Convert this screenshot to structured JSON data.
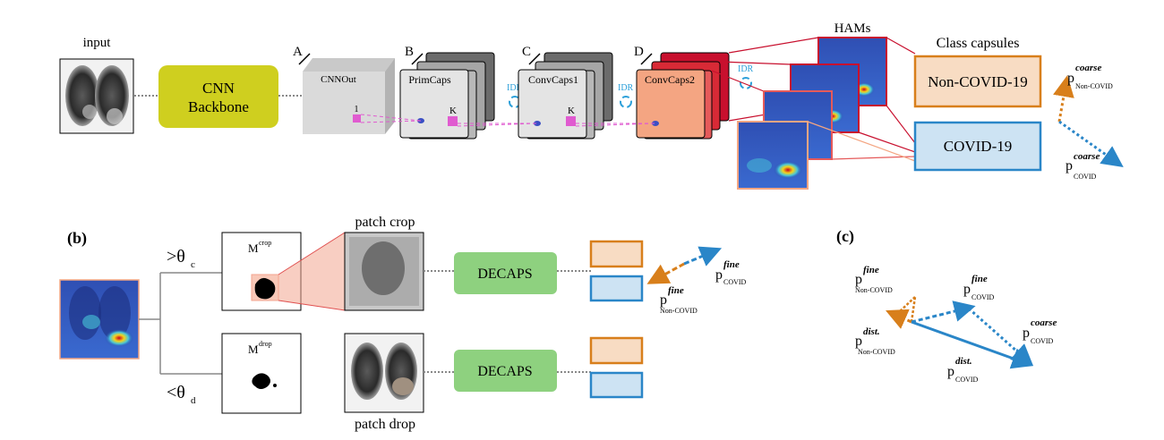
{
  "colors": {
    "backbone": "#cfcf1f",
    "cube_grey": "#dadada",
    "caps_dark": "#6b6b6b",
    "caps_mid": "#a6a6a6",
    "caps_light": "#e4e4e4",
    "caps_red_dark": "#c8102e",
    "caps_red_mid": "#e53b3b",
    "caps_salmon": "#f4a582",
    "pink": "#e05bd0",
    "idr": "#2b9fd9",
    "orange": "#d87f1b",
    "orange_fill": "#f8dcc3",
    "blue": "#2a86c8",
    "blue_fill": "#cde3f3",
    "green": "#8ed17f",
    "crop_red": "#f3a58f"
  },
  "panel_a": {
    "input_label": "input",
    "backbone_line1": "CNN",
    "backbone_line2": "Backbone",
    "stage_A": "A",
    "stage_B": "B",
    "stage_C": "C",
    "stage_D": "D",
    "cnnout_label": "CNNOut",
    "cnnout_index": "1",
    "primcaps_label": "PrimCaps",
    "primcaps_k": "K",
    "convcaps1_label": "ConvCaps1",
    "convcaps1_k": "K",
    "convcaps2_label": "ConvCaps2",
    "idr": "IDR",
    "hams_label": "HAMs",
    "class_caps_title": "Class capsules",
    "class_noncovid": "Non-COVID-19",
    "class_covid": "COVID-19",
    "p": "p",
    "coarse": "coarse",
    "sub_noncovid": "Non-COVID",
    "sub_covid": "COVID"
  },
  "panel_b": {
    "label": "(b)",
    "theta_crop": ">θ",
    "theta_crop_sub": "c",
    "theta_drop": "<θ",
    "theta_drop_sub": "d",
    "m_crop": "M",
    "m_crop_sup": "crop",
    "m_drop": "M",
    "m_drop_sup": "drop",
    "patch_crop": "patch crop",
    "patch_drop": "patch drop",
    "decaps": "DECAPS",
    "p": "p",
    "fine": "fine",
    "sub_covid": "COVID",
    "sub_noncovid": "Non-COVID"
  },
  "panel_c": {
    "label": "(c)",
    "p": "p",
    "fine": "fine",
    "coarse": "coarse",
    "dist": "dist.",
    "sub_covid": "COVID",
    "sub_noncovid": "Non-COVID"
  }
}
